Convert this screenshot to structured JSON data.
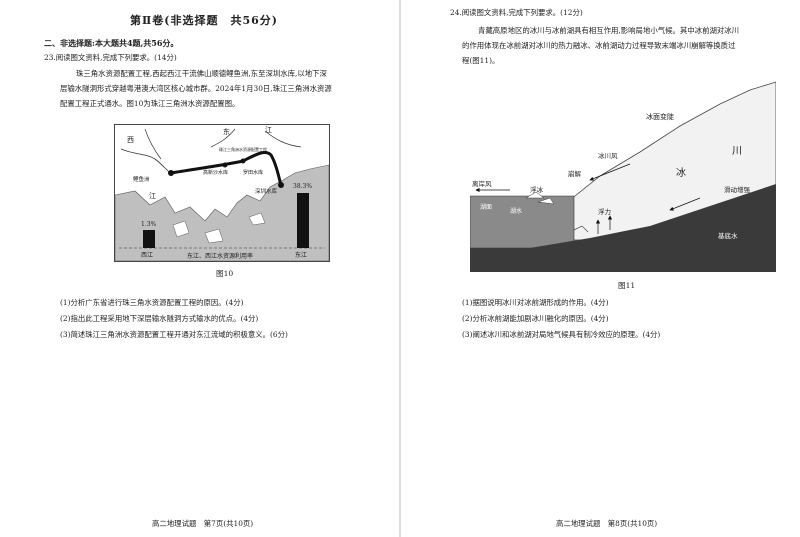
{
  "left_page": {
    "section_title": "第Ⅱ卷(非选择题　共56分)",
    "part_heading": "二、非选择题:本大题共4题,共56分。",
    "q23": {
      "stem": "23.阅读图文资料,完成下列要求。(14分)",
      "para": [
        "珠三角水资源配置工程,西起西江干流佛山顺德鲤鱼洲,东至深圳水库,以地下深",
        "层输水隧洞形式穿越粤港澳大湾区核心城市群。2024年1月30日,珠江三角洲水资源",
        "配置工程正式通水。图10为珠江三角洲水资源配置图。"
      ],
      "figure": {
        "caption": "图10",
        "labels": {
          "xi": "西",
          "dong": "东",
          "jiang_top": "江",
          "jiang_left": "江",
          "liyuzhou": "鲤鱼洲",
          "gaoxin": "高新沙水库",
          "luotian": "罗田水库",
          "shenzhen": "深圳水库",
          "route": "珠江三角洲水资源配置工程",
          "dongjiang_label": "东江、西江水资源利用率",
          "bar_xijiang": "西江",
          "bar_dongjiang": "东江"
        },
        "bars": [
          {
            "name": "西江",
            "value": 1.3,
            "text": "1.3%"
          },
          {
            "name": "东江",
            "value": 38.3,
            "text": "38.3%"
          }
        ]
      },
      "questions": [
        "(1)分析广东省进行珠三角水资源配置工程的原因。(4分)",
        "(2)指出此工程采用地下深层输水隧洞方式输水的优点。(4分)",
        "(3)简述珠江三角洲水资源配置工程开通对东江流域的积极意义。(6分)"
      ]
    },
    "footer": "高二地理试题　第7页(共10页)"
  },
  "right_page": {
    "q24": {
      "stem": "24.阅读图文资料,完成下列要求。(12分)",
      "para": [
        "青藏高原地区的冰川与冰前湖具有相互作用,影响局地小气候。其中冰前湖对冰川",
        "的作用体现在冰前湖对冰川的热力融冰、冰前湖动力过程导致末端冰川崩解等换质过",
        "程(图11)。"
      ],
      "figure": {
        "caption": "图11",
        "labels": {
          "ice_cliff": "冰面变陡",
          "chuan": "川",
          "bing": "冰",
          "glacier_wind": "冰川风",
          "offshore_wind": "离岸风",
          "collapse": "崩解",
          "float_ice": "浮冰",
          "lake_surface": "湖面",
          "lake_water": "湖水",
          "buoyancy": "浮力",
          "slip": "滑动增强",
          "bed_water": "基底水"
        }
      },
      "questions": [
        "(1)据图说明冰川对冰前湖形成的作用。(4分)",
        "(2)分析冰前湖能加剧冰川融化的原因。(4分)",
        "(3)阐述冰川和冰前湖对局地气候具有制冷效应的原理。(4分)"
      ]
    },
    "footer": "高二地理试题　第8页(共10页)"
  }
}
